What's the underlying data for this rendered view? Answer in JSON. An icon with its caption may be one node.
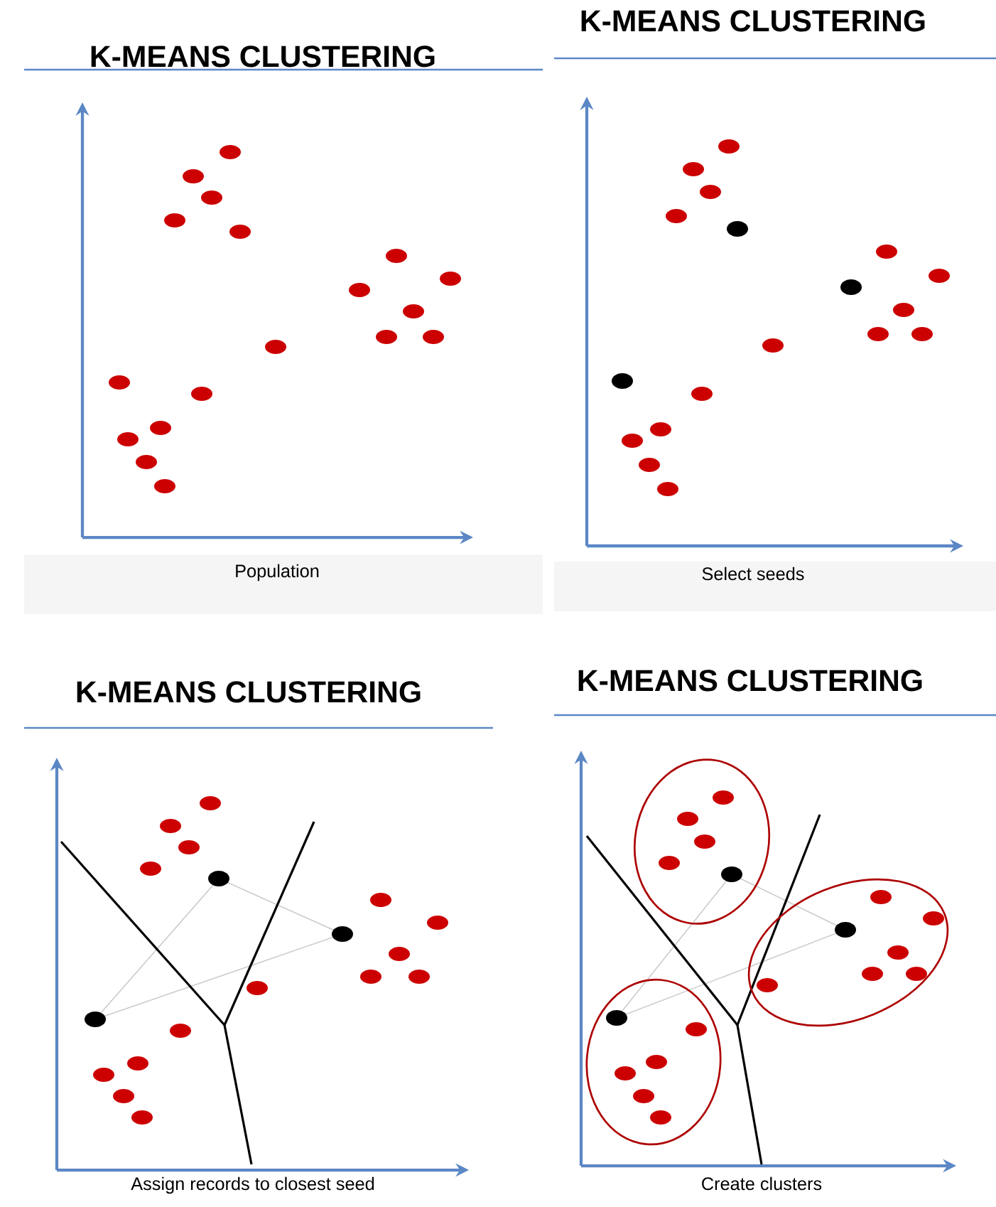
{
  "diagram": {
    "labels": [
      "K-MEANS CLUSTERING",
      "K-MEANS CLUSTERING",
      "Population",
      "Select seeds",
      "K-MEANS CLUSTERING",
      "K-MEANS CLUSTERING",
      "Assign records to closest seed",
      "Create clusters"
    ]
  }
}
